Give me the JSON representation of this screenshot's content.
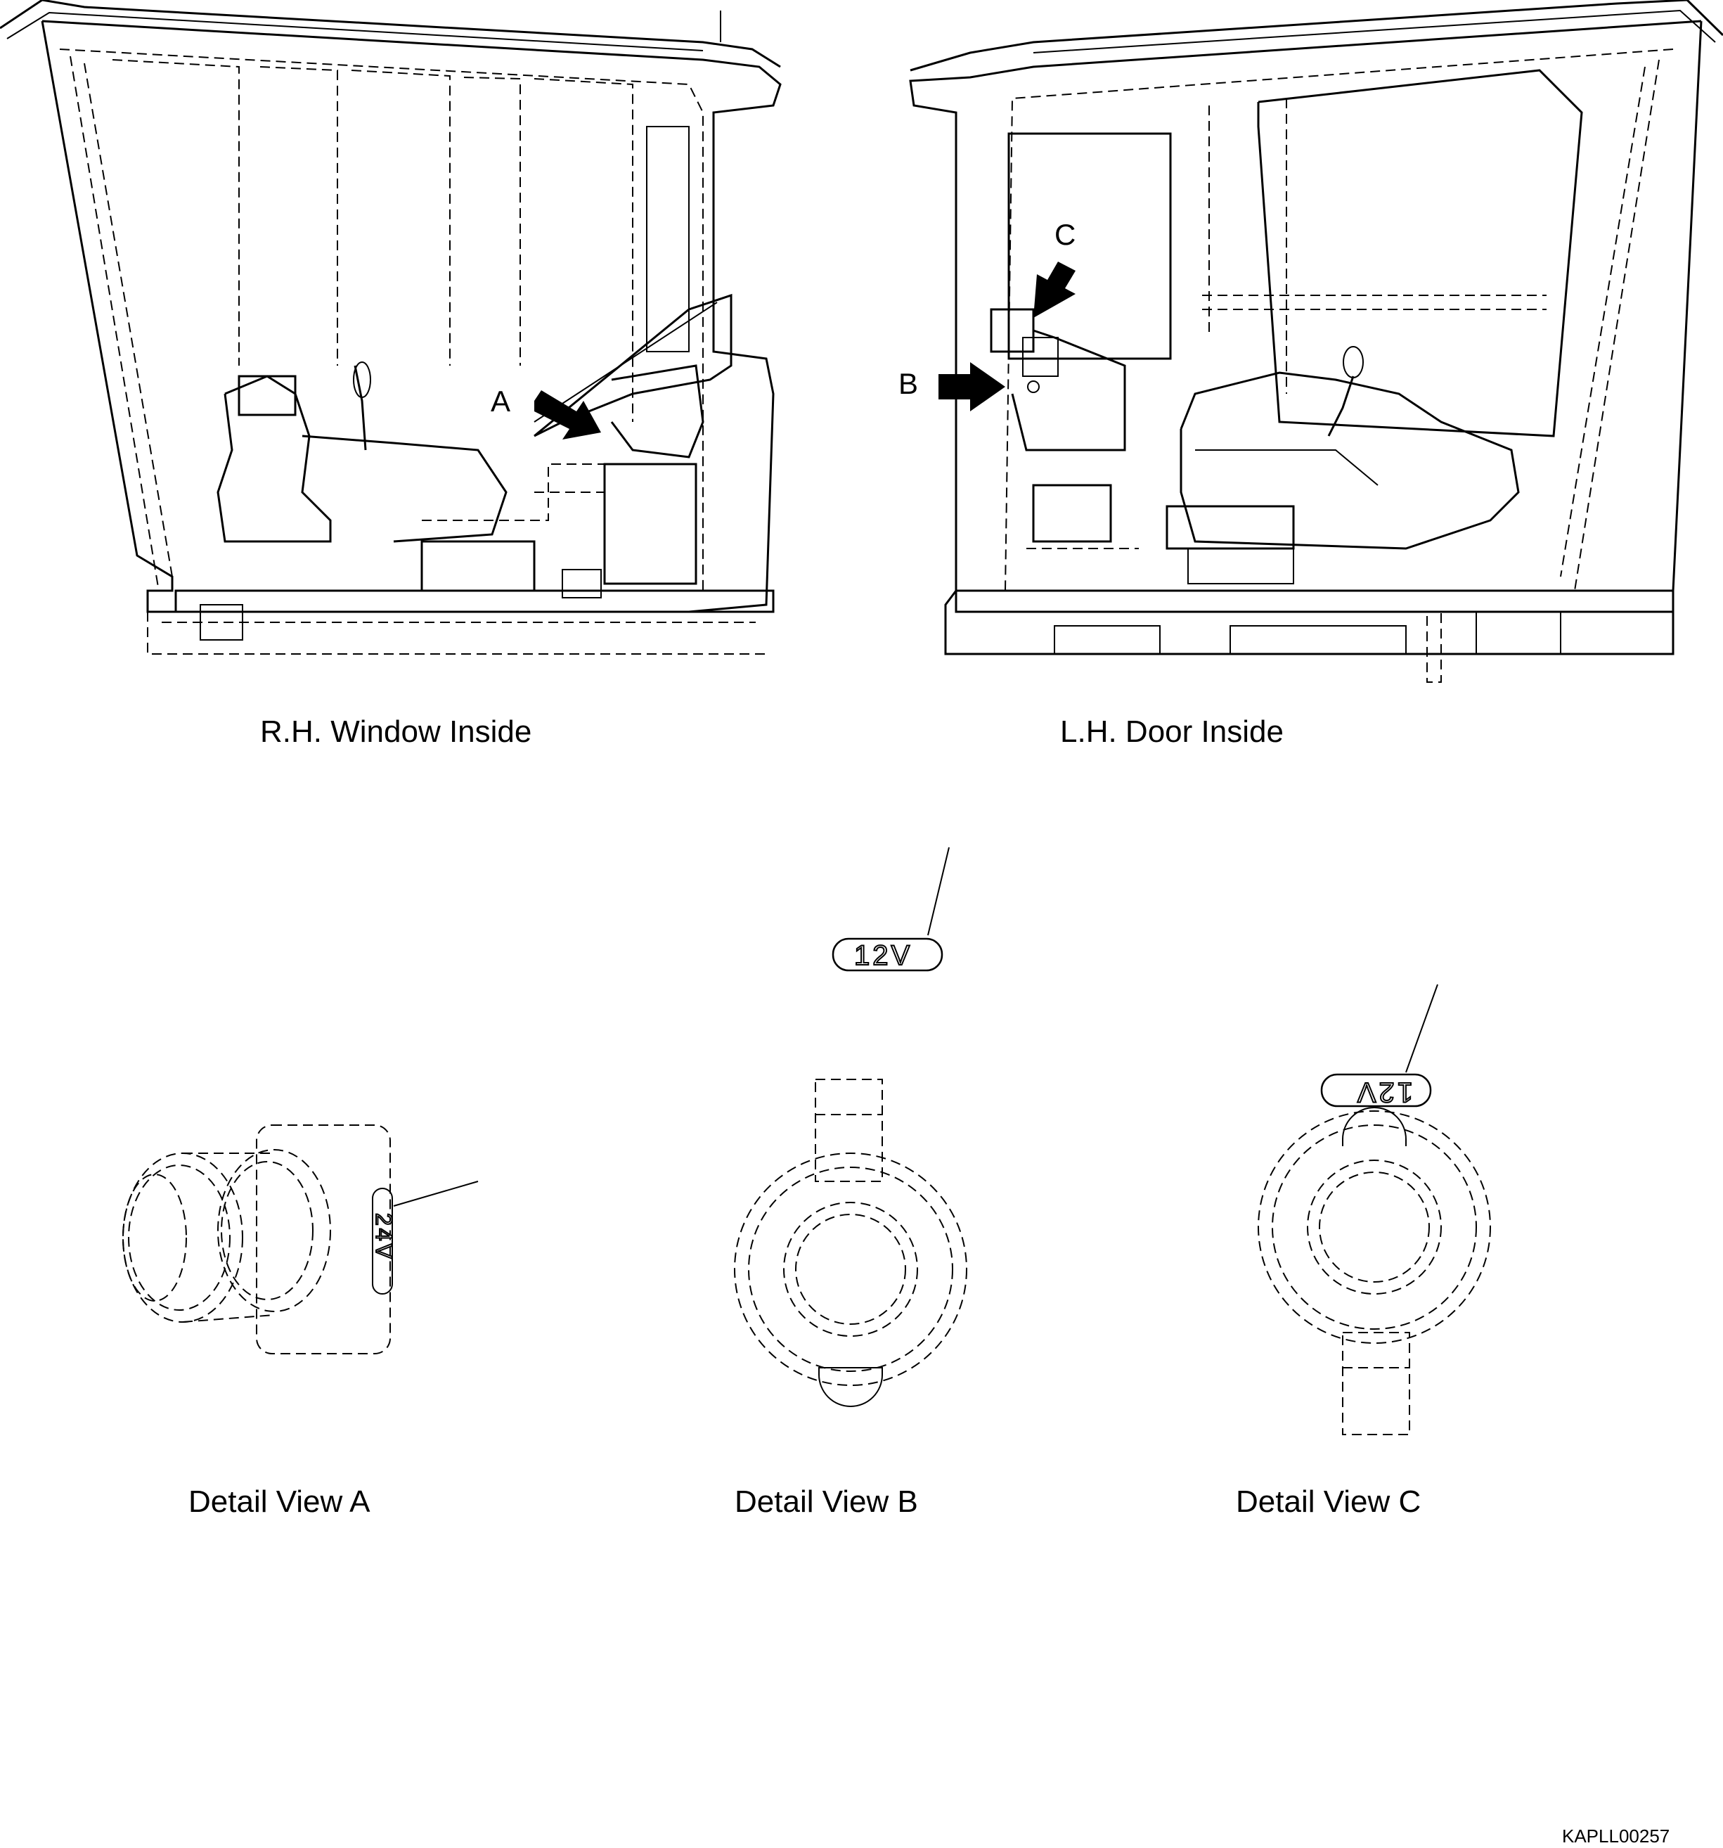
{
  "views": {
    "rh_window_inside": "R.H. Window Inside",
    "lh_door_inside": "L.H. Door Inside",
    "detail_a": "Detail View A",
    "detail_b": "Detail View B",
    "detail_c": "Detail View C"
  },
  "callouts": {
    "a": "A",
    "b": "B",
    "c": "C"
  },
  "socket_labels": {
    "top_socket": "12V",
    "detail_a": "24V",
    "detail_c": "12V"
  },
  "figure_ref": "KAPLL00257"
}
